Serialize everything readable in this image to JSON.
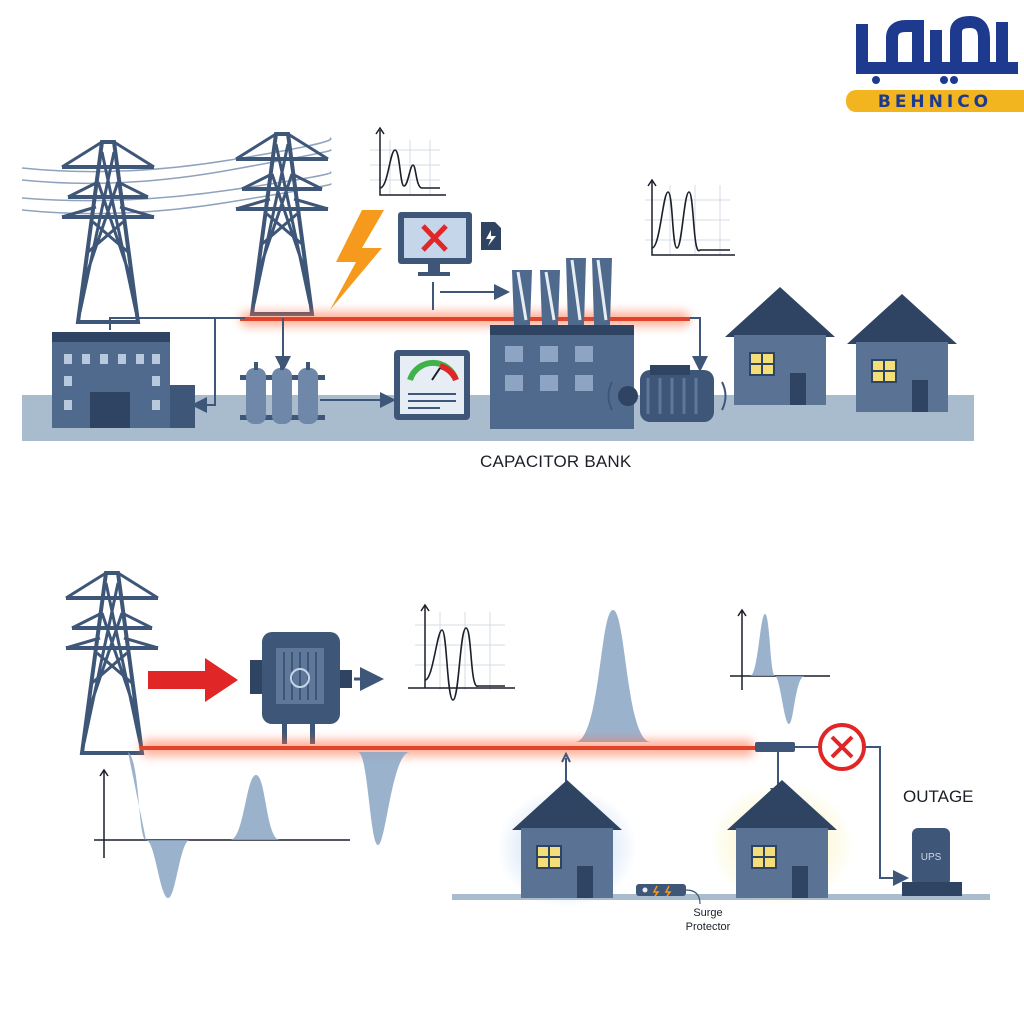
{
  "brand": {
    "name": "BEHNICO",
    "arabic_text": "بهنیکو",
    "colors": {
      "navy": "#1d3a8f",
      "yellow": "#f2b51f"
    }
  },
  "labels": {
    "capacitor_bank": "CAPACITOR BANK",
    "outage": "OUTAGE",
    "surge_protector_line1": "Surge",
    "surge_protector_line2": "Protector",
    "ups": "UPS"
  },
  "icons": [
    "transmission-tower-icon",
    "lightning-bolt-icon",
    "monitor-error-icon",
    "factory-icon",
    "motor-icon",
    "house-icon",
    "capacitor-bank-icon",
    "meter-icon",
    "waveform-chart-icon",
    "no-power-icon",
    "ups-icon",
    "surge-protector-icon",
    "arrow-right-icon"
  ],
  "colors": {
    "structure": "#3e5678",
    "dark": "#2f4463",
    "ground": "#a9bccd",
    "glow": "#ff6a3d",
    "error": "#e02626",
    "bolt": "#f59a1c"
  }
}
